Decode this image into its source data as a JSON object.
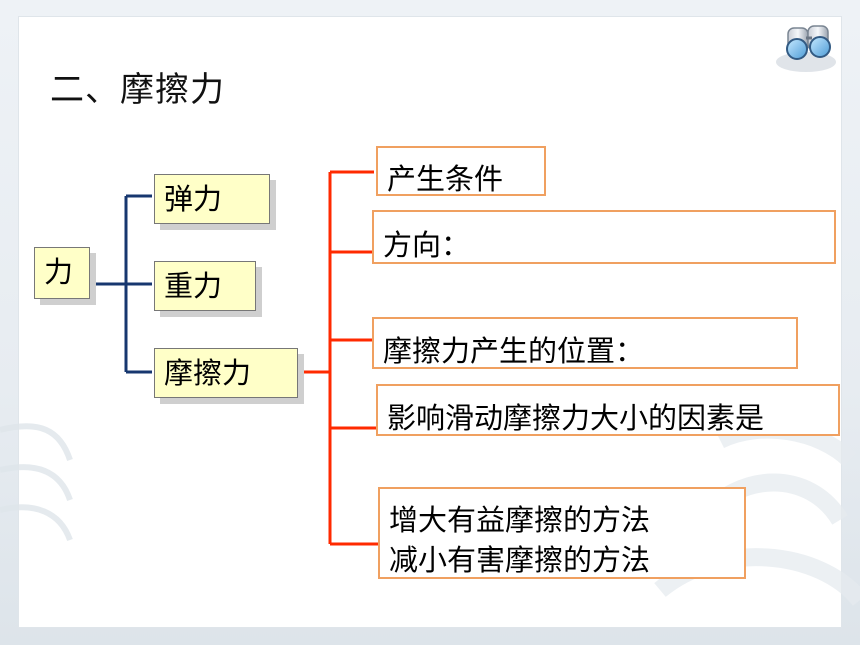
{
  "title": "二、摩擦力",
  "root": "力",
  "branches": [
    "弹力",
    "重力",
    "摩擦力"
  ],
  "details": [
    "产生条件",
    "方向：",
    "摩擦力产生的位置：",
    "影响滑动摩擦力大小的因素是",
    "增大有益摩擦的方法",
    "减小有害摩擦的方法"
  ],
  "colors": {
    "navy_connector": "#17376f",
    "red_connector": "#ff2a00",
    "yellow_box": "#ffffc8",
    "orange_border": "#f0a060"
  },
  "icons": [
    "binoculars-icon"
  ]
}
